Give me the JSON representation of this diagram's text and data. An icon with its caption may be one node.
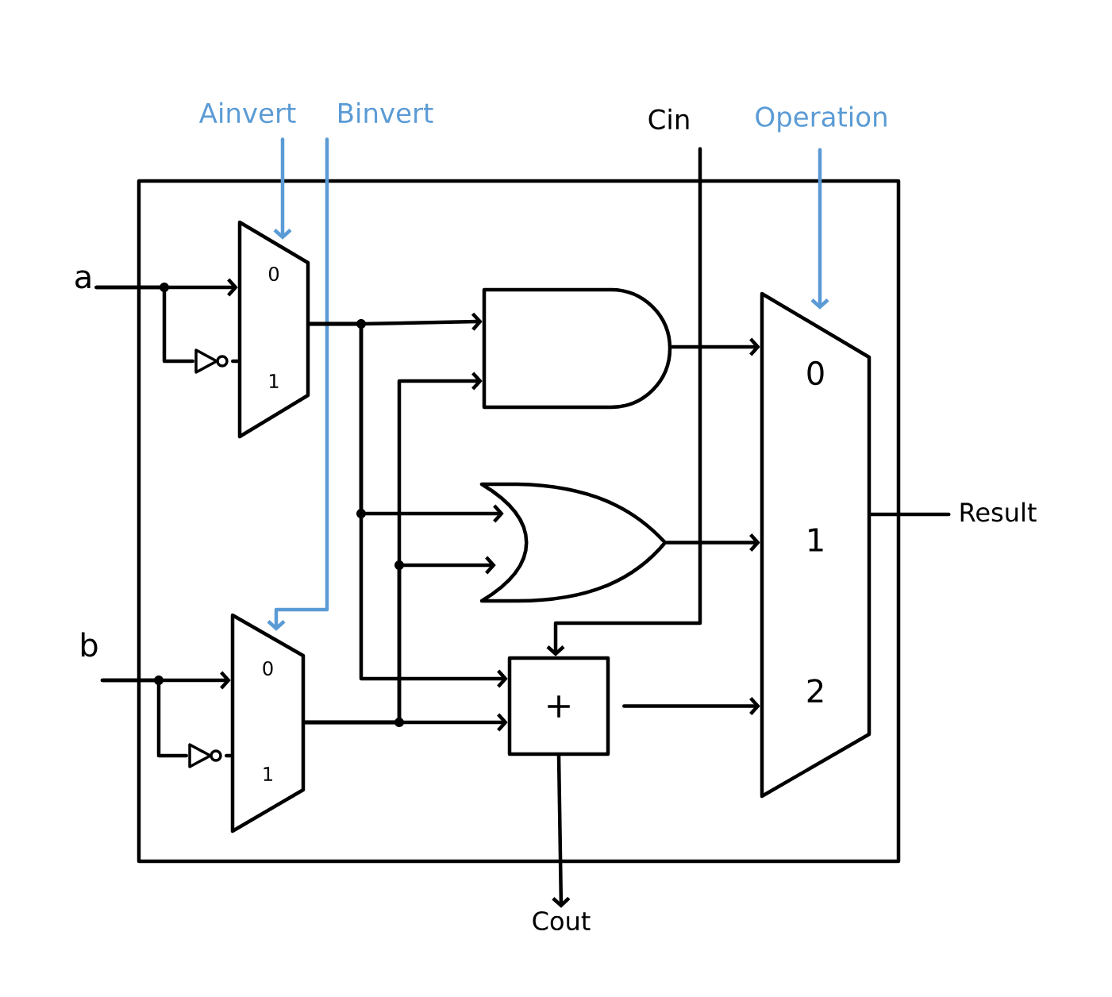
{
  "diagram": {
    "nodes": [
      {
        "text": [],
        "shape": "box"
      },
      {
        "text": [
          "a"
        ]
      },
      {
        "text": [
          "b"
        ]
      },
      {
        "text": [
          "Ainvert"
        ]
      },
      {
        "text": [
          "Binvert"
        ]
      },
      {
        "text": [
          "Cin"
        ]
      },
      {
        "text": [
          "Operation"
        ]
      },
      {
        "text": [
          "Result"
        ]
      },
      {
        "text": [
          "Cout"
        ]
      },
      {
        "text": [
          "0",
          "1"
        ],
        "in": 0
      },
      {
        "text": [],
        "shape": "triangle",
        "in": 0
      },
      {
        "text": [
          "0",
          "1"
        ],
        "in": 0
      },
      {
        "text": [],
        "shape": "triangle",
        "in": 0
      },
      {
        "text": [],
        "shape": "and",
        "in": 0
      },
      {
        "text": [],
        "shape": "or",
        "in": 0
      },
      {
        "text": [
          "+"
        ],
        "in": 0
      },
      {
        "text": [
          "0",
          "1",
          "2"
        ],
        "in": 0
      }
    ],
    "edges": [
      {
        "from": 1,
        "to": 9,
        "arrow": "to"
      },
      {
        "from": 1,
        "to": 10,
        "arrow": "none"
      },
      {
        "from": 10,
        "to": 9,
        "arrow": "none"
      },
      {
        "from": 2,
        "to": 11,
        "arrow": "to"
      },
      {
        "from": 2,
        "to": 12,
        "arrow": "none"
      },
      {
        "from": 12,
        "to": 11,
        "arrow": "none"
      },
      {
        "from": 3,
        "to": 9,
        "arrow": "to",
        "color": "#5b9bd5"
      },
      {
        "from": 4,
        "to": 11,
        "arrow": "to",
        "color": "#5b9bd5"
      },
      {
        "from": 6,
        "to": 16,
        "arrow": "to",
        "color": "#5b9bd5"
      },
      {
        "from": 5,
        "to": 15,
        "arrow": "to"
      },
      {
        "from": 9,
        "to": 13,
        "arrow": "to"
      },
      {
        "from": 9,
        "to": 14,
        "arrow": "to"
      },
      {
        "from": 9,
        "to": 15,
        "arrow": "to"
      },
      {
        "from": 11,
        "to": 13,
        "arrow": "to"
      },
      {
        "from": 11,
        "to": 14,
        "arrow": "to"
      },
      {
        "from": 11,
        "to": 15,
        "arrow": "to"
      },
      {
        "from": 13,
        "to": 16,
        "arrow": "to"
      },
      {
        "from": 14,
        "to": 16,
        "arrow": "to"
      },
      {
        "from": 15,
        "to": 16,
        "arrow": "to"
      },
      {
        "from": 16,
        "to": 7,
        "arrow": "none"
      },
      {
        "from": 15,
        "to": 8,
        "arrow": "to"
      }
    ]
  }
}
